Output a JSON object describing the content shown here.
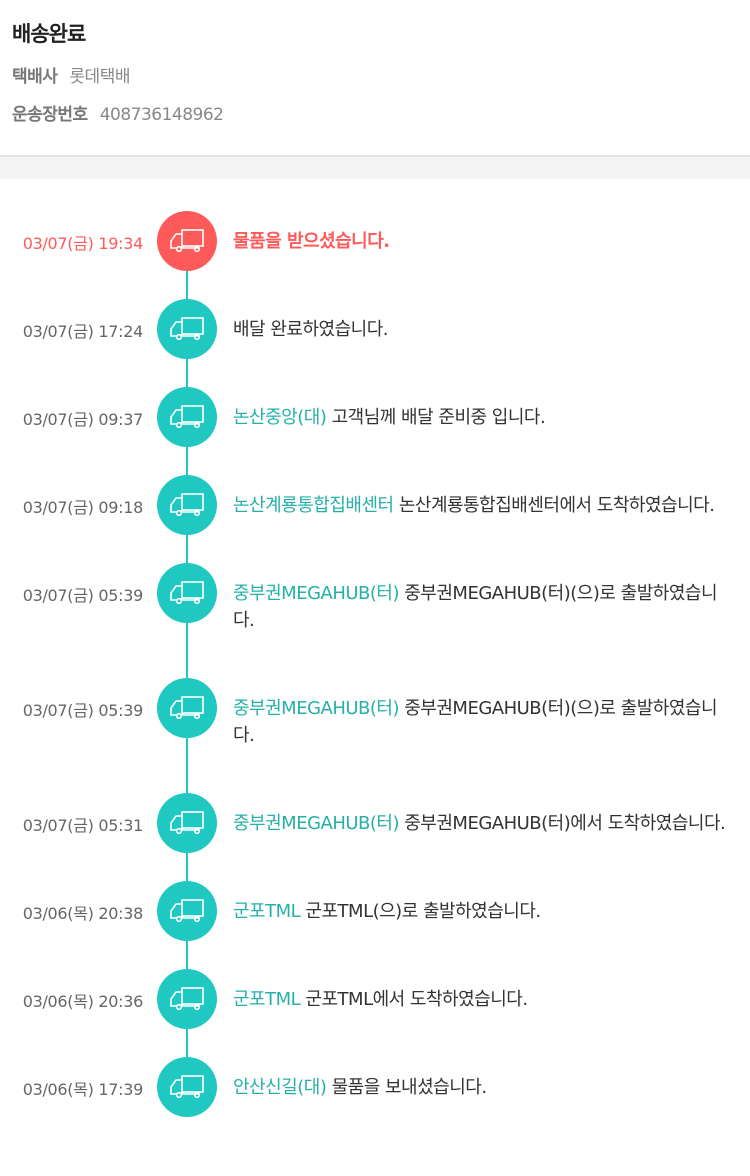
{
  "header": {
    "title": "배송완료",
    "carrier_label": "택배사",
    "carrier": "롯데택배",
    "tracking_label": "운송장번호",
    "tracking_number": "408736148962"
  },
  "colors": {
    "active": "#ff5a5a",
    "accent": "#1fc8c0",
    "location": "#25b0a8"
  },
  "events": [
    {
      "date": "03/07(금) 19:34",
      "location": "",
      "message": "물품을 받으셨습니다.",
      "active": true
    },
    {
      "date": "03/07(금) 17:24",
      "location": "",
      "message": "배달 완료하였습니다."
    },
    {
      "date": "03/07(금) 09:37",
      "location": "논산중앙(대)",
      "message": "고객님께 배달 준비중 입니다."
    },
    {
      "date": "03/07(금) 09:18",
      "location": "논산계룡통합집배센터",
      "message": "논산계룡통합집배센터에서 도착하였습니다."
    },
    {
      "date": "03/07(금) 05:39",
      "location": "중부권MEGAHUB(터)",
      "message": "중부권MEGAHUB(터)(으)로 출발하였습니다."
    },
    {
      "date": "03/07(금) 05:39",
      "location": "중부권MEGAHUB(터)",
      "message": "중부권MEGAHUB(터)(으)로 출발하였습니다."
    },
    {
      "date": "03/07(금) 05:31",
      "location": "중부권MEGAHUB(터)",
      "message": "중부권MEGAHUB(터)에서 도착하였습니다."
    },
    {
      "date": "03/06(목) 20:38",
      "location": "군포TML",
      "message": "군포TML(으)로 출발하였습니다."
    },
    {
      "date": "03/06(목) 20:36",
      "location": "군포TML",
      "message": "군포TML에서 도착하였습니다."
    },
    {
      "date": "03/06(목) 17:39",
      "location": "안산신길(대)",
      "message": "물품을 보내셨습니다."
    }
  ]
}
